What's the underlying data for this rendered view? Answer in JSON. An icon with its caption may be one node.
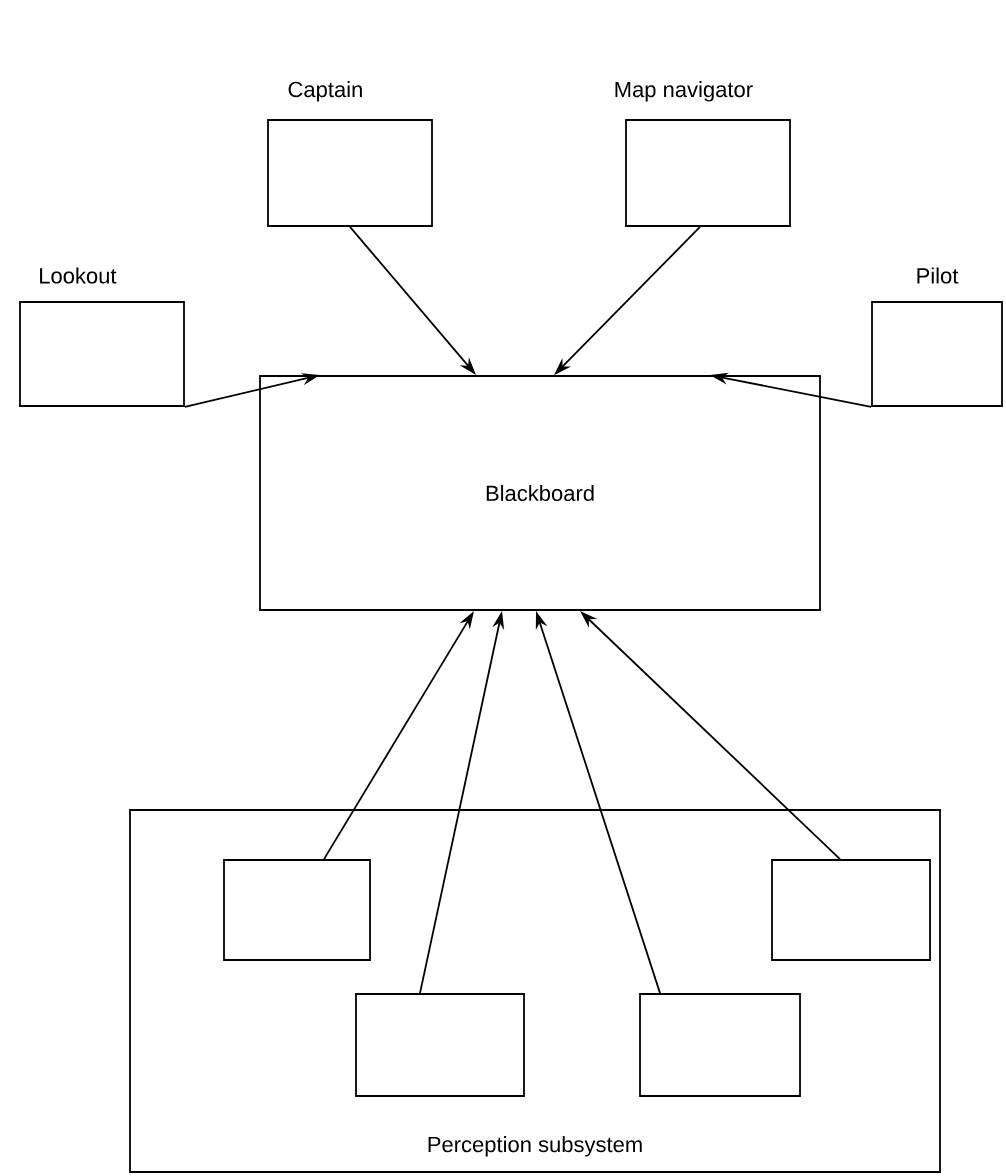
{
  "diagram": {
    "nodes": [
      {
        "text": [
          "Lookout"
        ]
      },
      {
        "text": [
          "Captain"
        ]
      },
      {
        "text": [
          "Map navigator"
        ]
      },
      {
        "text": [
          "Pilot"
        ]
      },
      {
        "text": [
          "Blackboard"
        ]
      },
      {
        "text": [
          "Perception subsystem"
        ]
      },
      {
        "text": [],
        "shape": "box",
        "in": 5
      },
      {
        "text": [],
        "shape": "box",
        "in": 5
      },
      {
        "text": [],
        "shape": "box",
        "in": 5
      },
      {
        "text": [],
        "shape": "box",
        "in": 5
      }
    ],
    "edges": [
      {
        "from": 0,
        "to": 4,
        "arrow": "to"
      },
      {
        "from": 1,
        "to": 4,
        "arrow": "to"
      },
      {
        "from": 2,
        "to": 4,
        "arrow": "to"
      },
      {
        "from": 3,
        "to": 4,
        "arrow": "to"
      },
      {
        "from": 6,
        "to": 4,
        "arrow": "to"
      },
      {
        "from": 7,
        "to": 4,
        "arrow": "to"
      },
      {
        "from": 8,
        "to": 4,
        "arrow": "to"
      },
      {
        "from": 9,
        "to": 4,
        "arrow": "to"
      }
    ]
  }
}
